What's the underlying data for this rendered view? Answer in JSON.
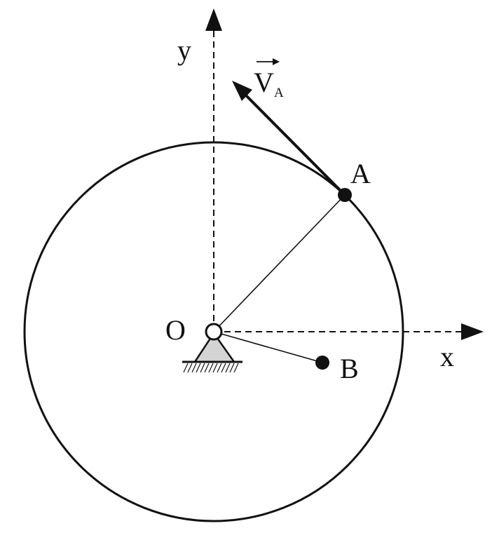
{
  "labels": {
    "x_axis": "x",
    "y_axis": "y",
    "origin": "O",
    "point_a": "A",
    "point_b": "B",
    "velocity": "V",
    "velocity_subscript": "A"
  },
  "colors": {
    "stroke": "#111111",
    "support_fill": "#d4d4d4",
    "background": "#ffffff"
  }
}
